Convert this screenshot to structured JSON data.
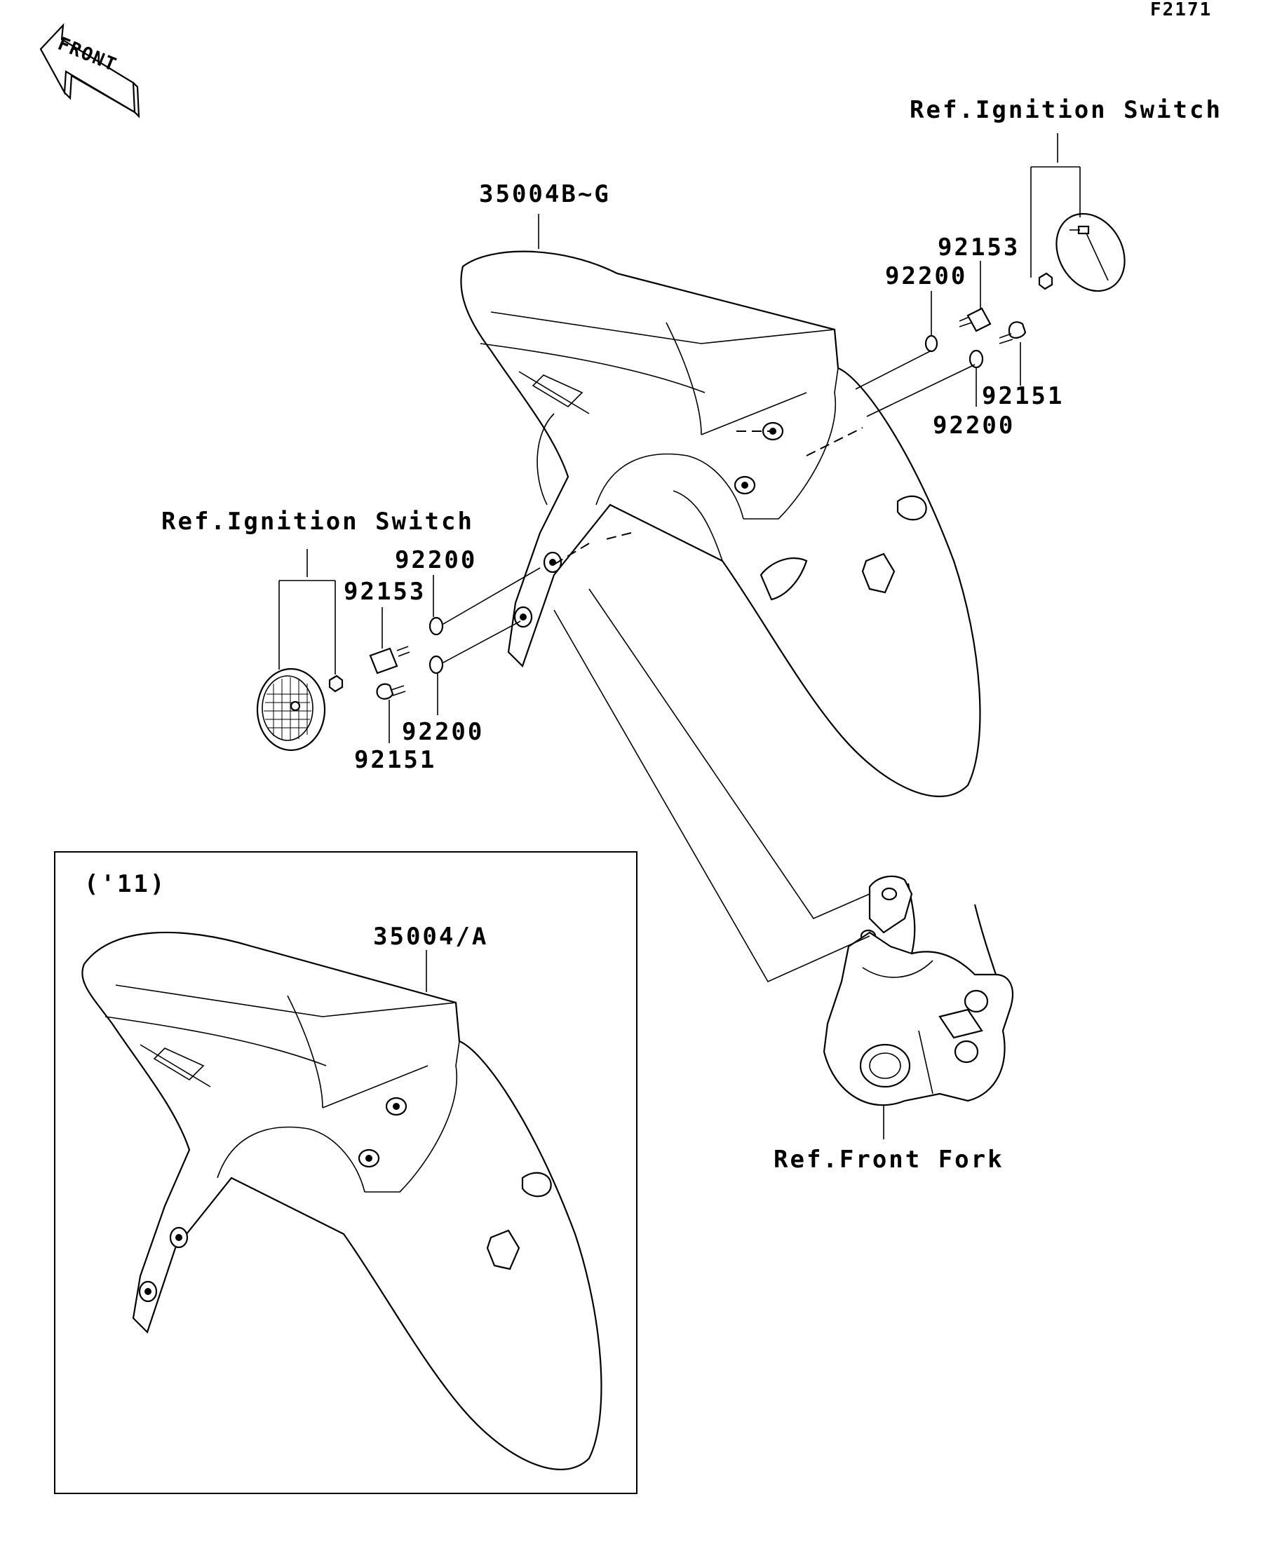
{
  "figure_code": "F2171",
  "front_arrow_text": "FRONT",
  "inset_note": "('11)",
  "labels": {
    "fender_main": "35004B~G",
    "fender_inset": "35004/A",
    "ref_ignition_right": "Ref.Ignition Switch",
    "ref_ignition_left": "Ref.Ignition Switch",
    "ref_front_fork": "Ref.Front Fork",
    "r_92153": "92153",
    "r_92200_top": "92200",
    "r_92151": "92151",
    "r_92200_bottom": "92200",
    "l_92200_top": "92200",
    "l_92153": "92153",
    "l_92200_bottom": "92200",
    "l_92151": "92151"
  }
}
